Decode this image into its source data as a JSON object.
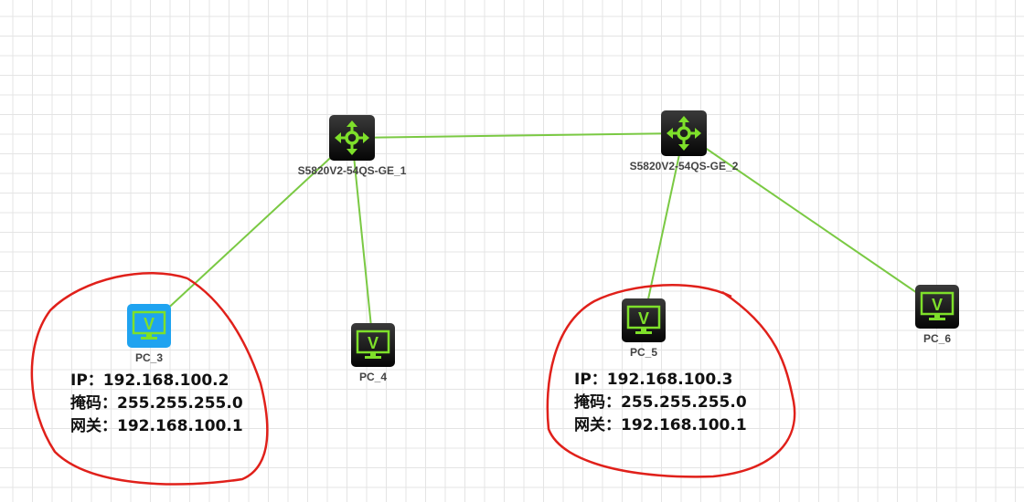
{
  "switches": [
    {
      "name": "S5820V2-54QS-GE_1"
    },
    {
      "name": "S5820V2-54QS-GE_2"
    }
  ],
  "pcs": [
    {
      "name": "PC_3",
      "selected": true
    },
    {
      "name": "PC_4"
    },
    {
      "name": "PC_5"
    },
    {
      "name": "PC_6"
    }
  ],
  "annotations": [
    {
      "ip": "IP：192.168.100.2",
      "mask": "掩码：255.255.255.0",
      "gateway": "网关：192.168.100.1"
    },
    {
      "ip": "IP：192.168.100.3",
      "mask": "掩码：255.255.255.0",
      "gateway": "网关：192.168.100.1"
    }
  ],
  "colors": {
    "link": "#7ac943",
    "icon_accent": "#7ee02a",
    "selected": "#1fa3f0",
    "circle": "#e0201a"
  }
}
